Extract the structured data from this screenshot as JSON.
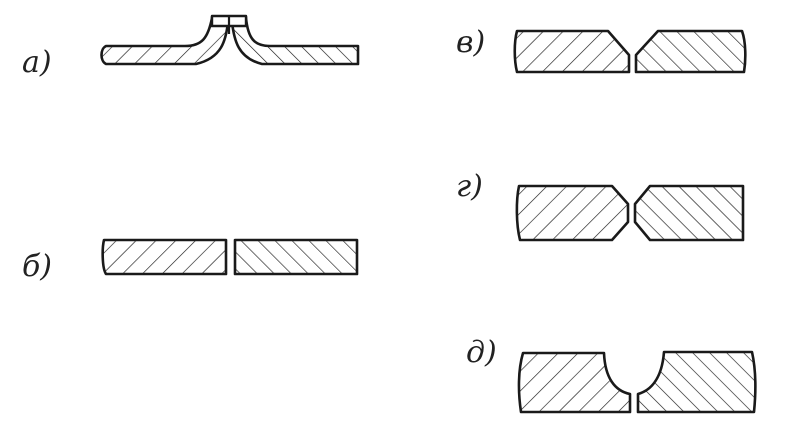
{
  "colors": {
    "ink": "#1a1a1a",
    "background": "#ffffff"
  },
  "joints": [
    {
      "id": "a",
      "label": "а)"
    },
    {
      "id": "b",
      "label": "б)"
    },
    {
      "id": "v",
      "label": "в)"
    },
    {
      "id": "g",
      "label": "г)"
    },
    {
      "id": "d",
      "label": "д)"
    }
  ]
}
